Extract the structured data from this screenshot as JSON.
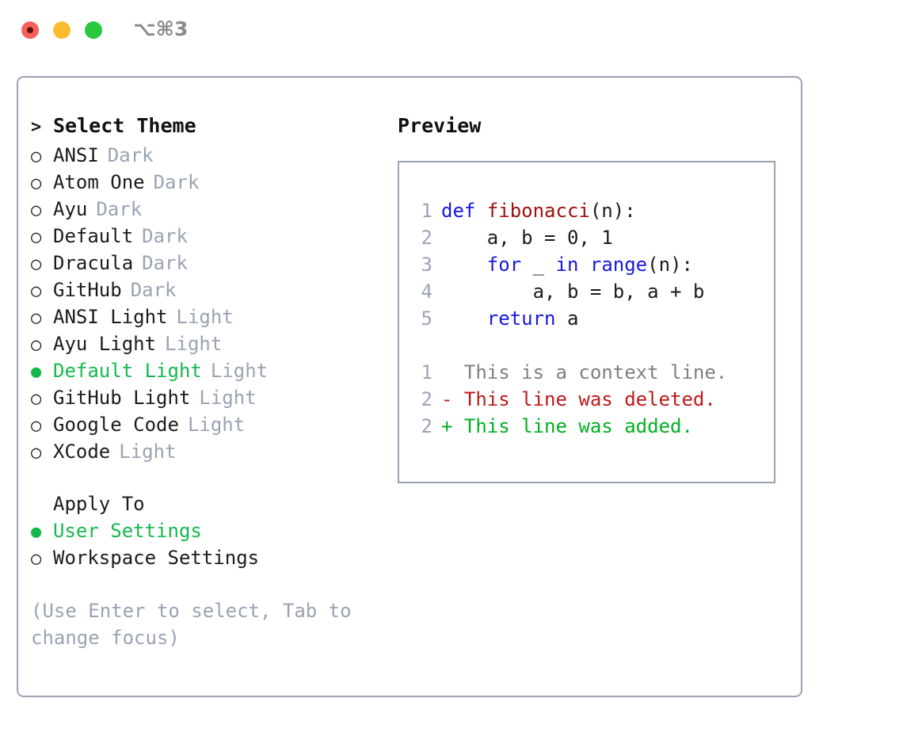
{
  "titlebar": {
    "shortcut": "⌥⌘3",
    "buttons": [
      {
        "name": "close",
        "color": "#f8605c"
      },
      {
        "name": "minimize",
        "color": "#fdbc2e"
      },
      {
        "name": "maximize",
        "color": "#28c840"
      }
    ]
  },
  "theme_picker": {
    "header": {
      "prompt": ">",
      "title": "Select Theme"
    },
    "marker_selected": "●",
    "marker_unselected": "○",
    "selected_color": "#16b84e",
    "badge_color": "#9aa3b4",
    "items": [
      {
        "label": "ANSI",
        "badge": "Dark",
        "selected": false
      },
      {
        "label": "Atom One",
        "badge": "Dark",
        "selected": false
      },
      {
        "label": "Ayu",
        "badge": "Dark",
        "selected": false
      },
      {
        "label": "Default",
        "badge": "Dark",
        "selected": false
      },
      {
        "label": "Dracula",
        "badge": "Dark",
        "selected": false
      },
      {
        "label": "GitHub",
        "badge": "Dark",
        "selected": false
      },
      {
        "label": "ANSI Light",
        "badge": "Light",
        "selected": false
      },
      {
        "label": "Ayu Light",
        "badge": "Light",
        "selected": false
      },
      {
        "label": "Default Light",
        "badge": "Light",
        "selected": true
      },
      {
        "label": "GitHub Light",
        "badge": "Light",
        "selected": false
      },
      {
        "label": "Google Code",
        "badge": "Light",
        "selected": false
      },
      {
        "label": "XCode",
        "badge": "Light",
        "selected": false
      }
    ]
  },
  "apply_to": {
    "title": "Apply To",
    "options": [
      {
        "label": "User Settings",
        "selected": true
      },
      {
        "label": "Workspace Settings",
        "selected": false
      }
    ]
  },
  "hint": "(Use Enter to select, Tab to change focus)",
  "preview": {
    "title": "Preview",
    "code_lines": [
      {
        "number": "1",
        "tokens": [
          {
            "text": "def ",
            "type": "kw"
          },
          {
            "text": "fibonacci",
            "type": "fn"
          },
          {
            "text": "(n):",
            "type": "plain"
          }
        ]
      },
      {
        "number": "2",
        "tokens": [
          {
            "text": "    a, b = 0, 1",
            "type": "plain"
          }
        ]
      },
      {
        "number": "3",
        "tokens": [
          {
            "text": "    ",
            "type": "plain"
          },
          {
            "text": "for",
            "type": "kw"
          },
          {
            "text": " _ ",
            "type": "plain"
          },
          {
            "text": "in",
            "type": "kw"
          },
          {
            "text": " ",
            "type": "plain"
          },
          {
            "text": "range",
            "type": "kw"
          },
          {
            "text": "(n):",
            "type": "plain"
          }
        ]
      },
      {
        "number": "4",
        "tokens": [
          {
            "text": "        a, b = b, a + b",
            "type": "plain"
          }
        ]
      },
      {
        "number": "5",
        "tokens": [
          {
            "text": "    ",
            "type": "plain"
          },
          {
            "text": "return",
            "type": "kw"
          },
          {
            "text": " a",
            "type": "plain"
          }
        ]
      }
    ],
    "diff_lines": [
      {
        "number": "1",
        "sign": " ",
        "text": " This is a context line.",
        "type": "ctx"
      },
      {
        "number": "2",
        "sign": "-",
        "text": " This line was deleted.",
        "type": "del"
      },
      {
        "number": "2",
        "sign": "+",
        "text": " This line was added.",
        "type": "add"
      }
    ]
  }
}
